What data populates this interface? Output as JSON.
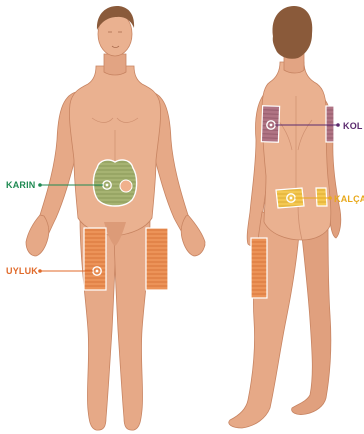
{
  "labels": {
    "abdomen": "KARIN",
    "thigh": "UYLUK",
    "arm": "KOL",
    "hip": "KALÇA"
  },
  "colors": {
    "skin": "#eab190",
    "skin_shadow": "#d99a77",
    "skin_outline": "#c78462",
    "hair": "#8a5a3a",
    "abdomen_zone": "#9eab6a",
    "abdomen_label": "#1e8a52",
    "thigh_zone": "#e8864a",
    "thigh_label": "#e06a2a",
    "arm_zone": "#a9687a",
    "arm_label": "#5b2a6e",
    "hip_zone": "#f2c34a",
    "hip_label": "#e8a81a"
  }
}
